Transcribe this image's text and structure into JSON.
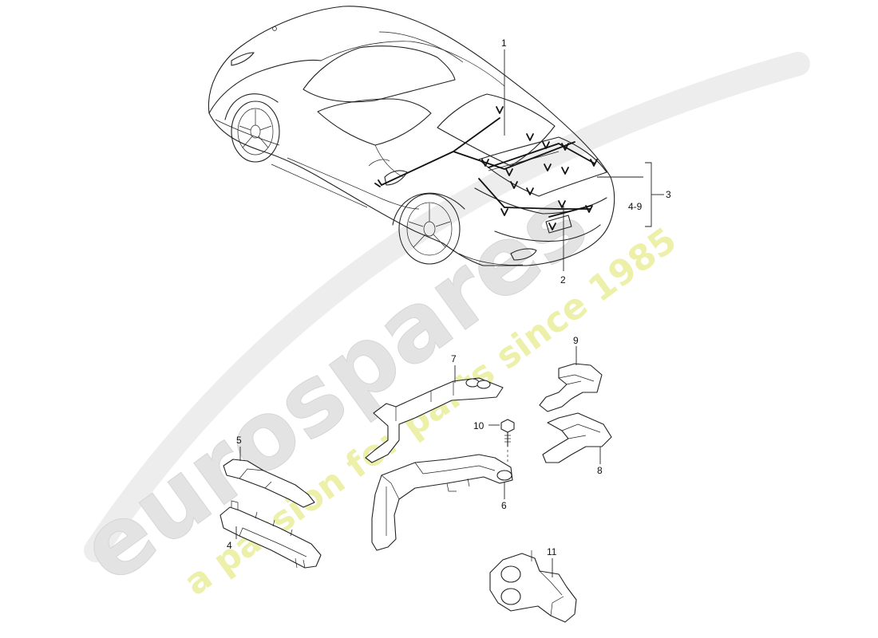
{
  "watermark": {
    "brand": "eurospares",
    "tagline": "a passion for parts since 1985",
    "brand_color": "#e3e3e3",
    "tagline_color": "#ecf0a8"
  },
  "callouts": {
    "c1": "1",
    "c2": "2",
    "c3": "3",
    "c4_9": "4-9",
    "c4": "4",
    "c5": "5",
    "c6": "6",
    "c7": "7",
    "c8": "8",
    "c9": "9",
    "c10": "10",
    "c11": "11"
  }
}
